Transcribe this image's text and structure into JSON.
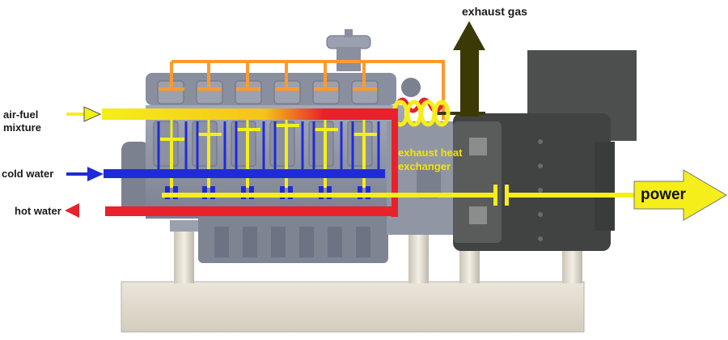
{
  "labels": {
    "exhaust_gas": "exhaust gas",
    "air_fuel_line1": "air-fuel",
    "air_fuel_line2": "mixture",
    "cold_water": "cold water",
    "hot_water": "hot water",
    "exchanger_line1": "exhaust heat",
    "exchanger_line2": "exchanger",
    "power": "power"
  },
  "colors": {
    "air_fuel": "#f5ee1a",
    "cold_water": "#1f2bd6",
    "hot_water": "#e8212a",
    "exhaust": "#ff9a2e",
    "exhaust_gas_arrow": "#3b3a06",
    "power": "#f5ee1a",
    "engine_body": "#8e93a3",
    "generator": "#4a4c4c",
    "base_frame": "#e6e0d4"
  }
}
